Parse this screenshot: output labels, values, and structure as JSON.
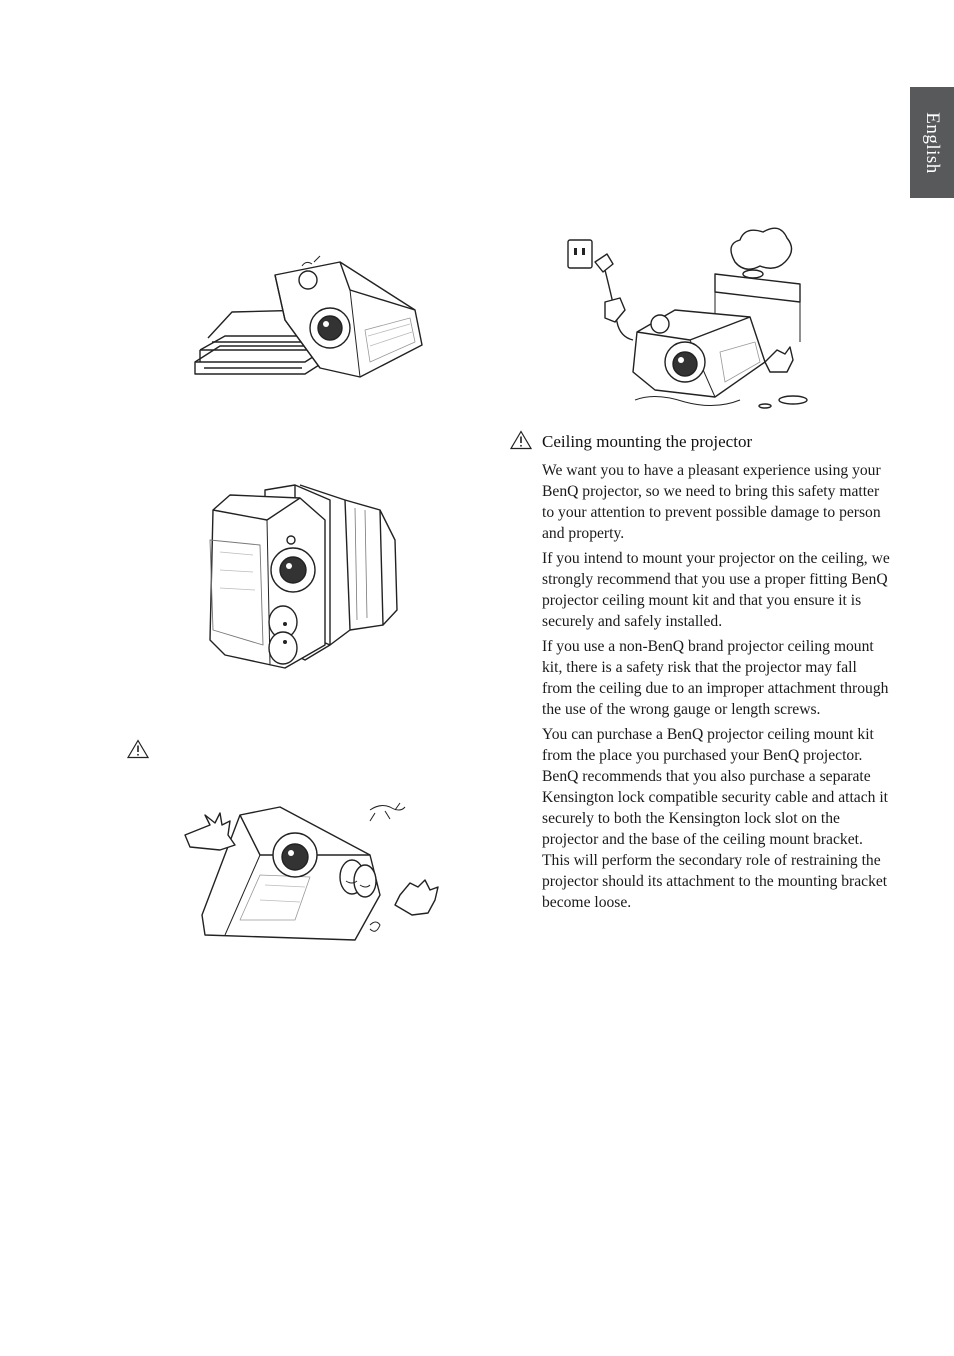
{
  "side_tab": {
    "label": "English"
  },
  "illustrations": [
    {
      "icon": "projector-on-stacked-books-icon"
    },
    {
      "icon": "projector-upright-between-books-icon"
    },
    {
      "icon": "projector-upside-down-icon"
    },
    {
      "icon": "projector-near-wet-floor-and-outlet-icon"
    }
  ],
  "left_warning": {
    "icon": "warning-triangle-icon"
  },
  "ceiling_section": {
    "icon": "warning-triangle-icon",
    "heading": "Ceiling mounting the projector",
    "paragraphs": [
      "We want you to have a pleasant experience using your BenQ projector, so we need to bring this safety matter to your attention to prevent possible damage to person and property.",
      "If you intend to mount your projector on the ceiling, we strongly recommend that you use a proper fitting BenQ projector ceiling mount kit and that you ensure it is securely and safely installed.",
      "If you use a non-BenQ brand projector ceiling mount kit, there is a safety risk that the projector may fall from the ceiling due to an improper attachment through the use of the wrong gauge or length screws.",
      "You can purchase a BenQ projector ceiling mount kit from the place you purchased your BenQ projector. BenQ recommends that you also purchase a separate Kensington lock compatible security cable and attach it securely to both the Kensington lock slot on the projector and the base of the ceiling mount bracket. This will perform the secondary role of restraining the projector should its attachment to the mounting bracket become loose."
    ]
  }
}
